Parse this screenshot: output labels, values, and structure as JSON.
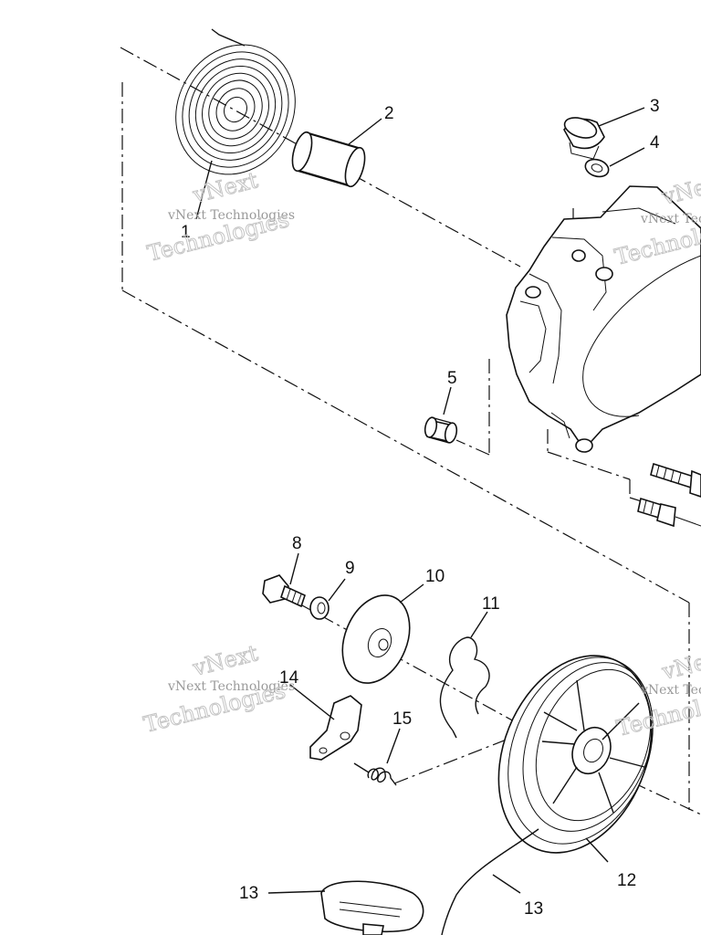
{
  "callouts": [
    "1",
    "2",
    "3",
    "4",
    "5",
    "8",
    "9",
    "10",
    "11",
    "12",
    "13",
    "14",
    "15"
  ],
  "watermark": {
    "line1": "vNext Technologies",
    "line2": "vNext",
    "line3": "Technologies"
  }
}
